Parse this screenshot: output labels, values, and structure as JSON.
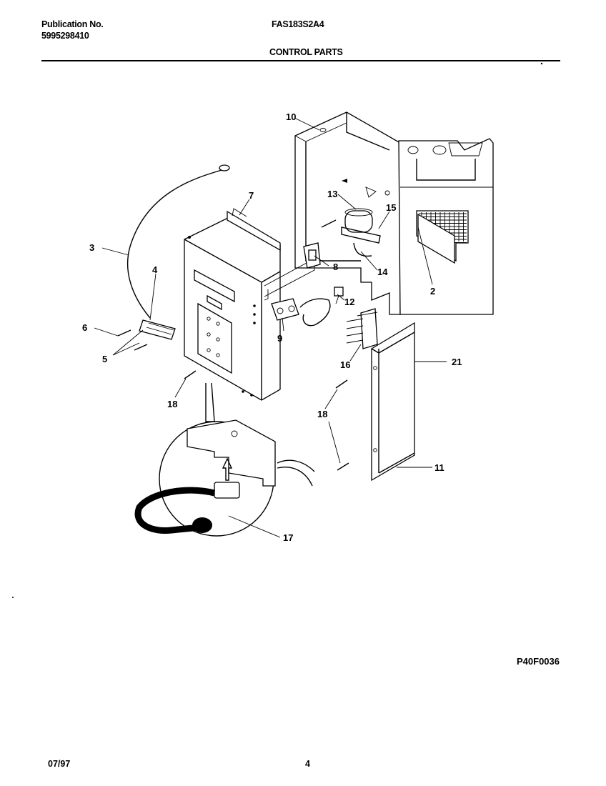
{
  "header": {
    "publication_label": "Publication No.",
    "publication_number": "5995298410",
    "model": "FAS183S2A4",
    "section_title": "CONTROL PARTS"
  },
  "diagram": {
    "code": "P40F0036",
    "callouts": [
      "10",
      "7",
      "13",
      "15",
      "3",
      "4",
      "8",
      "14",
      "2",
      "12",
      "6",
      "9",
      "5",
      "16",
      "21",
      "18",
      "18",
      "11",
      "17"
    ]
  },
  "footer": {
    "date": "07/97",
    "page": "4"
  }
}
